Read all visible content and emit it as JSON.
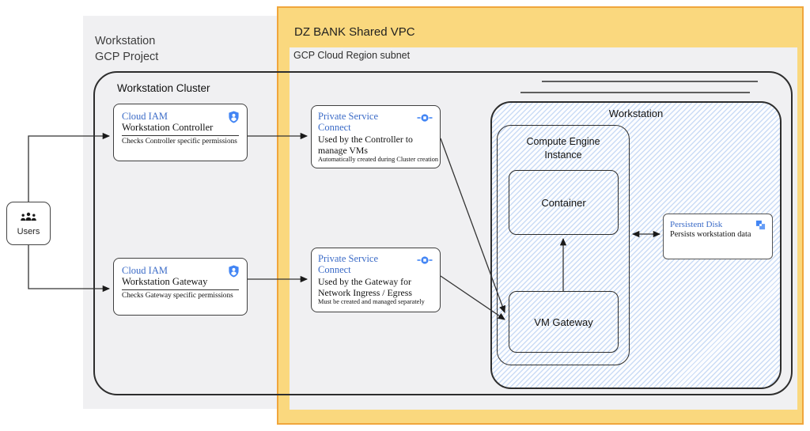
{
  "diagram": {
    "project": {
      "label": "Workstation\nGCP Project"
    },
    "vpc": {
      "label": "DZ BANK Shared VPC"
    },
    "subnet": {
      "label": "GCP Cloud Region subnet"
    },
    "cluster": {
      "label": "Workstation Cluster"
    },
    "users": {
      "label": "Users",
      "icon": "users-group-icon"
    },
    "iam_controller": {
      "product": "Cloud IAM",
      "title": "Workstation Controller",
      "note": "Checks Controller specific permissions",
      "icon": "iam-shield-icon"
    },
    "iam_gateway": {
      "product": "Cloud IAM",
      "title": "Workstation Gateway",
      "note": "Checks Gateway specific permissions",
      "icon": "iam-shield-icon"
    },
    "psc_controller": {
      "product": "Private Service Connect",
      "desc": "Used by the Controller to manage VMs",
      "note": "Automatically created during Cluster creation",
      "icon": "psc-icon"
    },
    "psc_gateway": {
      "product": "Private Service Connect",
      "desc": "Used by the Gateway for Network Ingress / Egress",
      "note": "Must be created and managed separately",
      "icon": "psc-icon"
    },
    "workstation": {
      "label": "Workstation"
    },
    "compute_engine": {
      "label": "Compute Engine\nInstance"
    },
    "container": {
      "label": "Container"
    },
    "vm_gateway": {
      "label": "VM Gateway"
    },
    "persistent_disk": {
      "product": "Persistent Disk",
      "desc": "Persists workstation data",
      "icon": "persistent-disk-icon"
    },
    "colors": {
      "vpc_fill": "#FAD87E",
      "vpc_border": "#F0A63C",
      "panel_fill": "#F0F0F2",
      "accent_blue": "#3B6BC7",
      "icon_blue": "#4285F4",
      "hatch_blue": "#CBDCF5",
      "line_dark": "#2d2d2d"
    }
  }
}
